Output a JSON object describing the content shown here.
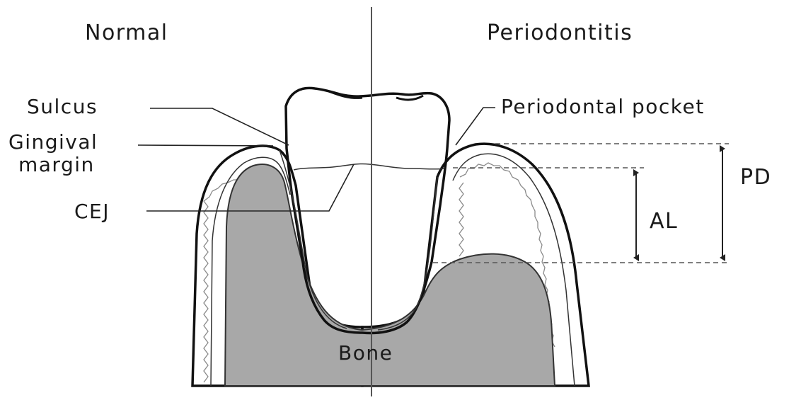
{
  "panels": {
    "left_title": "Normal",
    "right_title": "Periodontitis"
  },
  "labels": {
    "sulcus": "Sulcus",
    "gingival_margin_line1": "Gingival",
    "gingival_margin_line2": "margin",
    "cej": "CEJ",
    "periodontal_pocket": "Periodontal pocket",
    "bone": "Bone",
    "al": "AL",
    "pd": "PD"
  },
  "colors": {
    "bone_fill": "#a8a8a8",
    "tooth_fill": "#ffffff",
    "outline": "#111111"
  }
}
